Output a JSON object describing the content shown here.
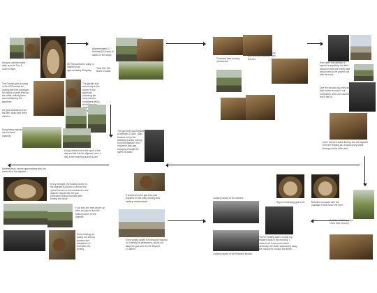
{
  "captions": {
    "c1": "Dung is collected twice daily once at 7am & 11am at 5pm.",
    "c2": "We measured the dung, it totalled to an approximately 50kg/day.",
    "c3": "Approximately 10 buckets(100 each) is added in the dump.",
    "c4": "Total 140-160 times of water.",
    "c5": "Continual total running mechanism",
    "c6": "Manually mixed using tools, pitchforks and spades, and feet too.",
    "c7": "Even after the partition is opened completely, the feed would not flow out evenly and would need to be pushed out with the tools.",
    "c8": "One the second day, they did start bother to push it out completely, and a lot had been left in the pit.",
    "c9": "The Gavalis gets a salary of Rs 1000/month for looking after the gaushala. His duties include feeding the cattle, milking them and maintaining the gaushala.",
    "c10": "He gets assistance from his wife, sister and three children.",
    "c11": "The gavalis kids would help in the chores in the gaushala, collecting the dung into the containers which would then be carried by older members.",
    "c12": "Dung being emptied into the feed chamber.",
    "c13": "Dung collected over the span of the day and fed into the digester once a day, in the morning around 11am.",
    "c14": "The gas level was highest at between 2-3am. I was freaked out by the bubbling sounds coming from the digester, then realized it was gas escaping through the layers of water.",
    "c15": "Once the feed starts flowing into the digester from the feeding pit, a liquid slurry starts flowing out the other end.",
    "c16": "Bubbles(froth, before approaching into) the contents of the digester.",
    "c17": "Every fortnight, the floating dome on the digester is turned to remove the 'pedal' formed on the feedstock in the digester. Apparently the gas production would increase after turning the dome.",
    "c18": "Four kids and men grown up were enough to turn the floating dome on the digester.",
    "c19": "Slurry flowing out during the turning process and dissipation of froth after the turning.",
    "c20": "It produced more gas than was required for the daily cooking and heating requirements.",
    "c21": "Extra weight added for pressure required for running the generators, would not allow the gas level to rise beyond 47.66k/m.",
    "c22": "Cooking needs of the workers",
    "c23": "Cooking needs of the Rohtan's kitchen",
    "c24": "Fuel for heating water. During my frequent visits in the morning, I noticed that it was used rather carelessly, the water was boiling away with nobody to monitor the flame.",
    "c25": "Sign of increasing gas level.",
    "c26": "Bubbles increased with the passage of time since the feed.",
    "c27": "Bubbles on the surface of the flow of slurry."
  }
}
